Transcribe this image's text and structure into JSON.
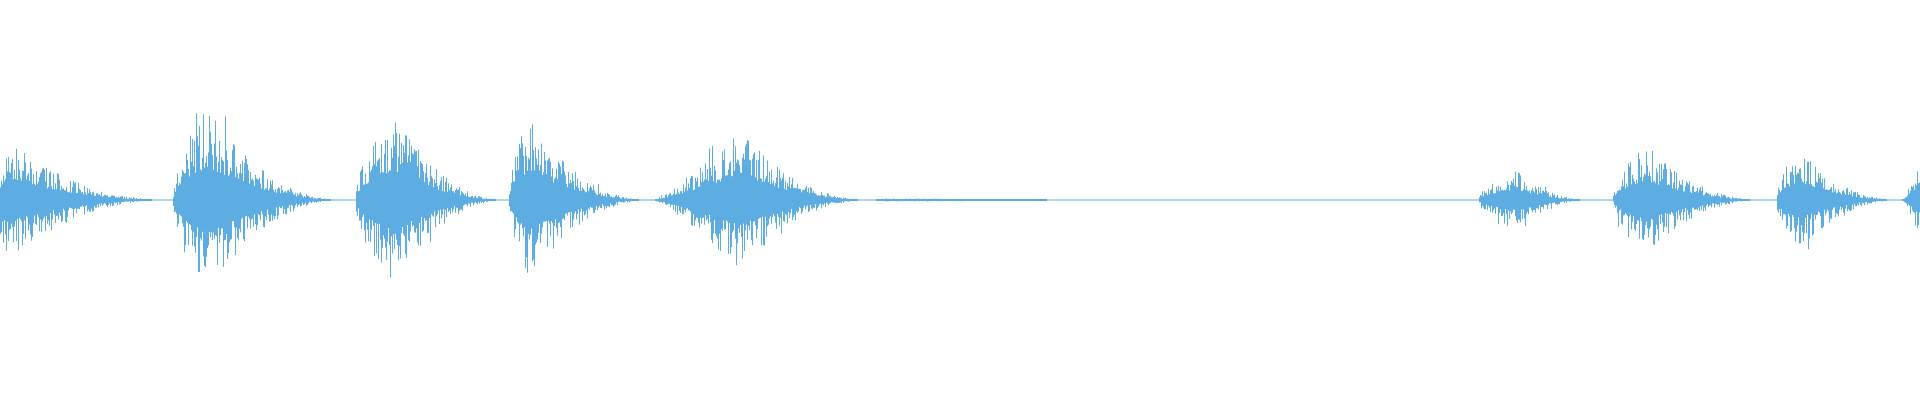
{
  "waveform": {
    "color": "#5dade2",
    "background": "#ffffff",
    "segments": [
      {
        "start": 0.0,
        "end": 0.09,
        "amp": 0.35,
        "attack": 0.05,
        "peak": 0.004
      },
      {
        "start": 0.09,
        "end": 0.18,
        "amp": 0.55,
        "attack": 0.1,
        "peak": 0.108
      },
      {
        "start": 0.185,
        "end": 0.265,
        "amp": 0.5,
        "attack": 0.08,
        "peak": 0.205
      },
      {
        "start": 0.265,
        "end": 0.34,
        "amp": 0.48,
        "attack": 0.05,
        "peak": 0.275
      },
      {
        "start": 0.34,
        "end": 0.455,
        "amp": 0.42,
        "attack": 0.3,
        "peak": 0.385
      },
      {
        "start": 0.455,
        "end": 0.71,
        "amp": 0.01,
        "attack": 0.0,
        "peak": 0.46
      },
      {
        "start": 0.77,
        "end": 0.83,
        "amp": 0.17,
        "attack": 0.2,
        "peak": 0.79
      },
      {
        "start": 0.84,
        "end": 0.92,
        "amp": 0.32,
        "attack": 0.15,
        "peak": 0.857
      },
      {
        "start": 0.925,
        "end": 0.99,
        "amp": 0.3,
        "attack": 0.1,
        "peak": 0.937
      },
      {
        "start": 0.99,
        "end": 1.0,
        "amp": 0.22,
        "attack": 0.5,
        "peak": 1.0
      }
    ]
  }
}
